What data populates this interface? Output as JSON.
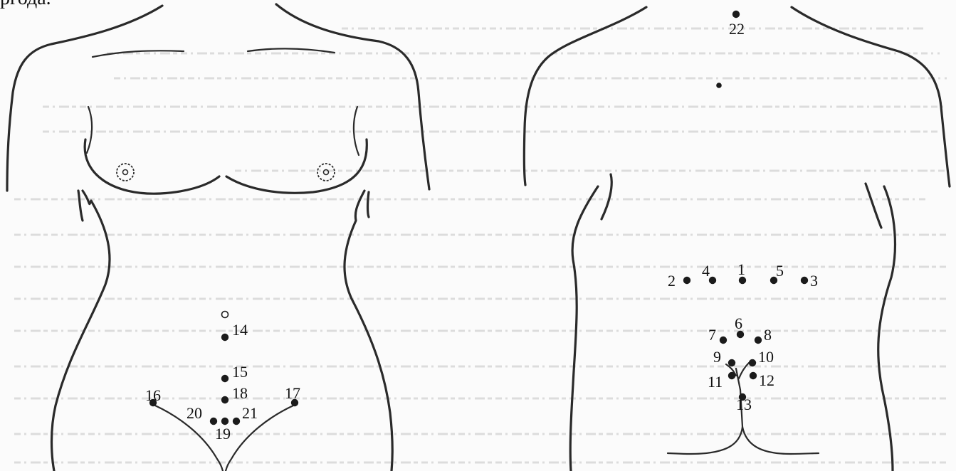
{
  "caption_fragment": "ргода.",
  "views": {
    "front": {
      "point_labels": [
        "14",
        "15",
        "16",
        "17",
        "18",
        "19",
        "20",
        "21"
      ]
    },
    "back": {
      "point_labels": [
        "1",
        "2",
        "3",
        "4",
        "5",
        "6",
        "7",
        "8",
        "9",
        "10",
        "11",
        "12",
        "13",
        "22"
      ]
    }
  },
  "colors": {
    "ink": "#1b1b1b",
    "paper": "#fbfbfb",
    "faded_text": "#d6d6d6"
  }
}
